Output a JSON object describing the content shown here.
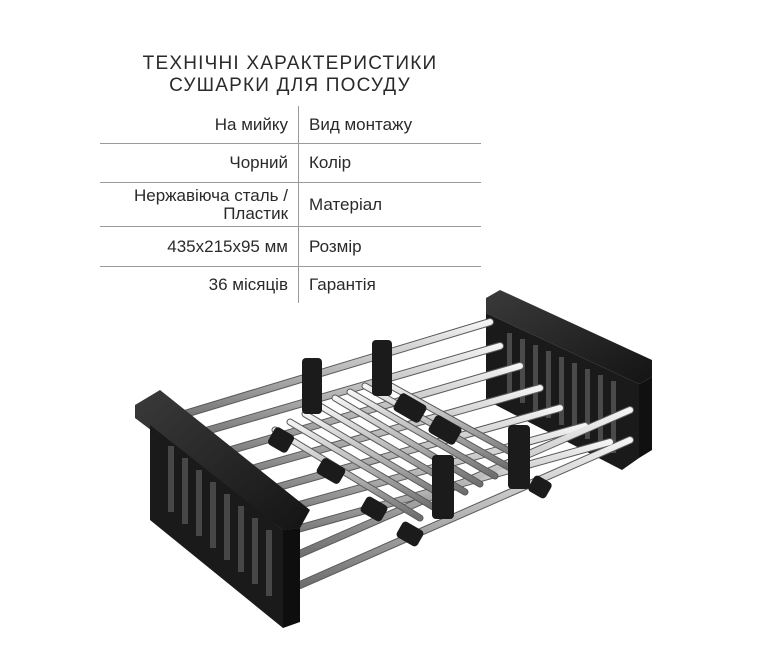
{
  "heading": {
    "line1": "ТЕХНІЧНІ ХАРАКТЕРИСТИКИ",
    "line2": "СУШАРКИ ДЛЯ ПОСУДУ"
  },
  "specs": [
    {
      "value": "На мийку",
      "label": "Вид монтажу"
    },
    {
      "value": "Чорний",
      "label": "Колір"
    },
    {
      "value_line1": "Нержавіюча сталь /",
      "value_line2": "Пластик",
      "label": "Матеріал"
    },
    {
      "value": "435х215х95 мм",
      "label": "Розмір"
    },
    {
      "value": "36 місяців",
      "label": "Гарантія"
    }
  ],
  "colors": {
    "text": "#2a2a2a",
    "divider": "#9a9a9a",
    "plastic": "#1c1c1c",
    "steel": "#c9c9c9"
  }
}
